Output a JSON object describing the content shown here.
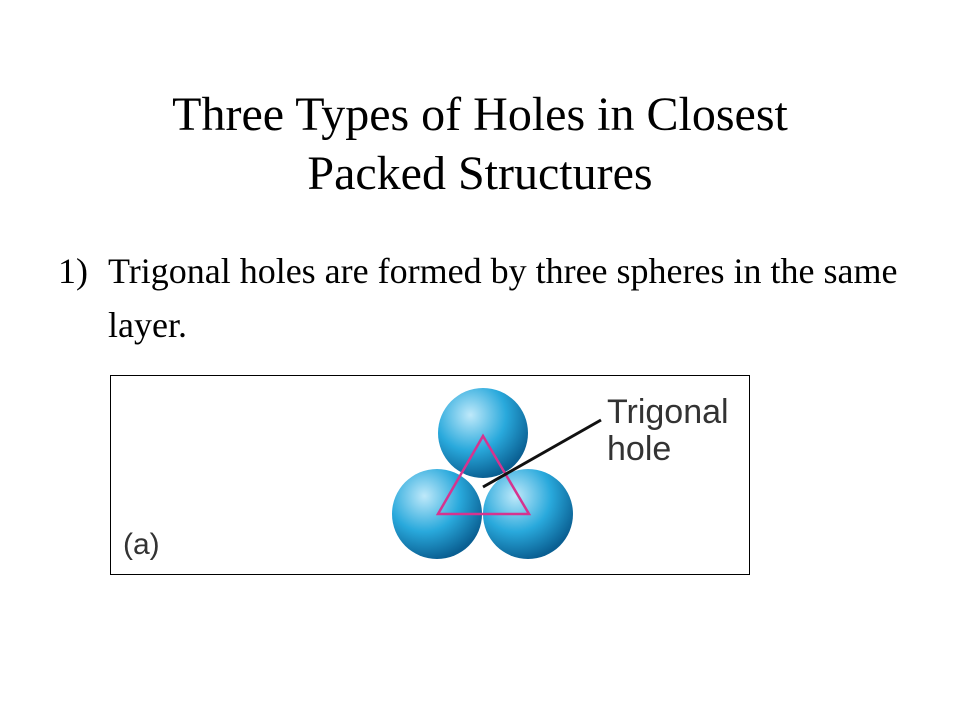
{
  "slide": {
    "title_line1": "Three Types of Holes in Closest",
    "title_line2": "Packed Structures",
    "bullet": {
      "number": "1)",
      "text": "Trigonal holes are formed by three spheres in the same layer."
    }
  },
  "figure": {
    "panel_label": "(a)",
    "callout_line1": "Trigonal",
    "callout_line2": "hole",
    "colors": {
      "sphere_light": "#bfe9fa",
      "sphere_mid": "#29a9dc",
      "sphere_dark": "#0a5f92",
      "triangle": "#d6338f",
      "leader_line": "#111111"
    }
  }
}
